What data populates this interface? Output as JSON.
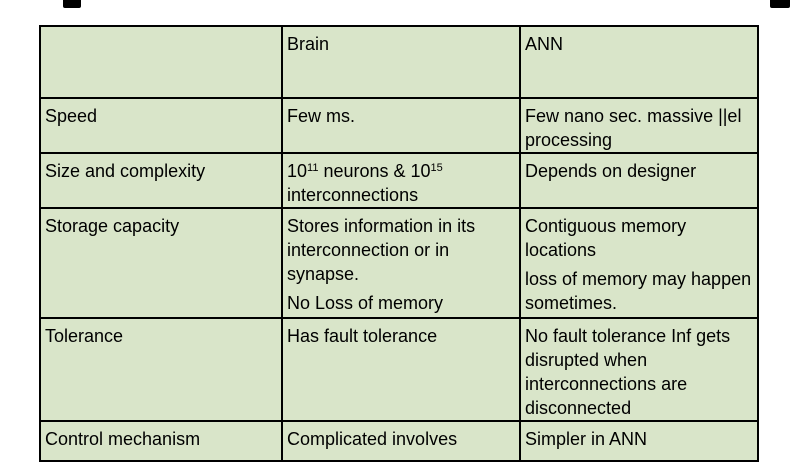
{
  "table": {
    "headers": [
      "",
      "Brain",
      "ANN"
    ],
    "rows": [
      {
        "feature": "Speed",
        "brain": [
          "Few ms."
        ],
        "ann": [
          "Few nano sec. massive ||el processing"
        ]
      },
      {
        "feature": "Size and complexity",
        "brain": [
          "neurons & 10",
          "interconnections"
        ],
        "brain_sup": [
          "11",
          "15"
        ],
        "brain_base": "10",
        "ann": [
          "Depends on designer"
        ]
      },
      {
        "feature": "Storage capacity",
        "brain": [
          "Stores information in its interconnection or in synapse.",
          "No Loss of memory"
        ],
        "ann": [
          "Contiguous memory locations",
          "loss of memory may happen sometimes."
        ]
      },
      {
        "feature": "Tolerance",
        "brain": [
          "Has fault tolerance"
        ],
        "ann": [
          "No fault tolerance Inf gets disrupted when interconnections are disconnected"
        ]
      },
      {
        "feature": "Control mechanism",
        "brain": [
          "Complicated involves"
        ],
        "ann": [
          "Simpler in ANN"
        ]
      }
    ]
  }
}
